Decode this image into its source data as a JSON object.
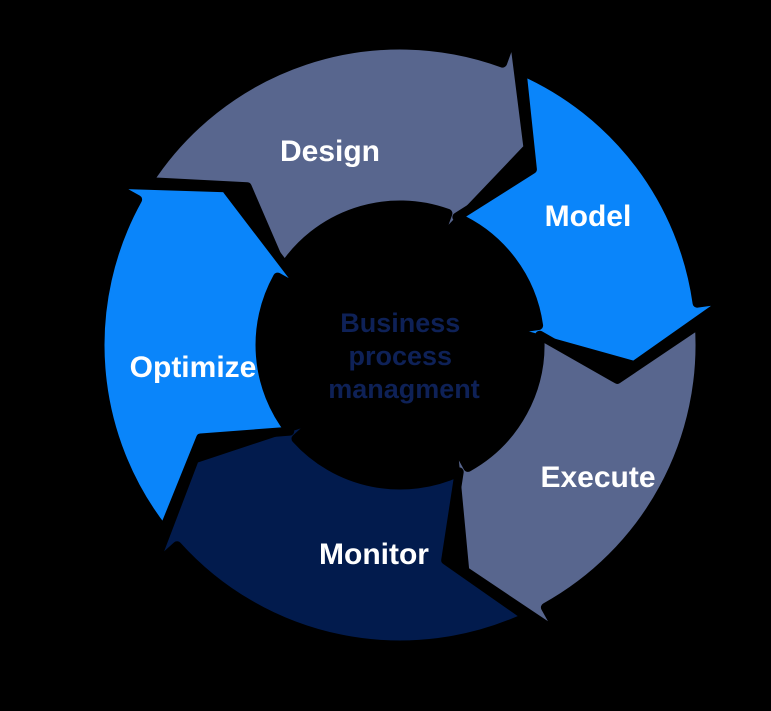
{
  "diagram": {
    "background": "#000000",
    "outline_color": "#000000",
    "label_color": "#FFFFFF",
    "title_color": "#0E2157",
    "title_lines": [
      "Business",
      "process",
      "managment"
    ],
    "steps": [
      {
        "label": "Design",
        "color": "#58668E"
      },
      {
        "label": "Model",
        "color": "#0A85FA"
      },
      {
        "label": "Execute",
        "color": "#58668E"
      },
      {
        "label": "Monitor",
        "color": "#021B4D"
      },
      {
        "label": "Optimize",
        "color": "#0A85FA"
      }
    ]
  }
}
